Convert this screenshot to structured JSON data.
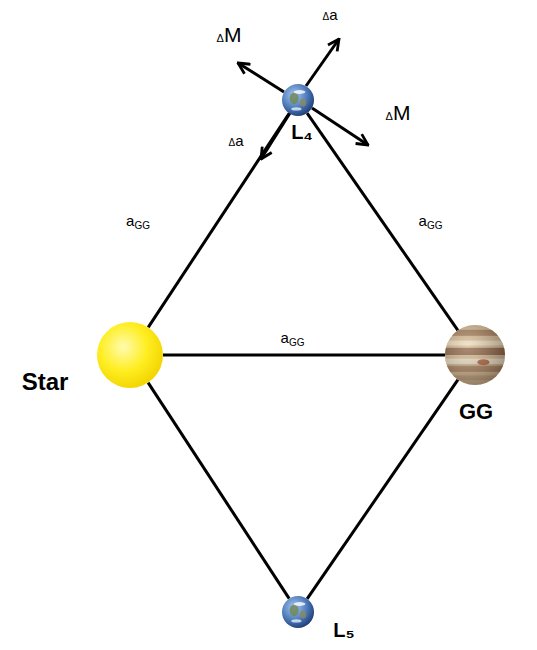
{
  "diagram": {
    "nodes": [
      {
        "text": [
          "L₄"
        ]
      },
      {
        "text": [
          "Star"
        ]
      },
      {
        "text": [
          "GG"
        ]
      },
      {
        "text": [
          "L₅"
        ]
      }
    ],
    "edges": [
      {
        "from": 1,
        "to": 0,
        "arrow": "none",
        "label": "aGG"
      },
      {
        "from": 0,
        "to": 2,
        "arrow": "none",
        "label": "aGG"
      },
      {
        "from": 1,
        "to": 2,
        "arrow": "none",
        "label": "aGG"
      },
      {
        "from": 1,
        "to": 3,
        "arrow": "none"
      },
      {
        "from": 3,
        "to": 2,
        "arrow": "none"
      }
    ],
    "labels": [
      "Δa",
      "ΔM",
      "ΔM",
      "Δa"
    ]
  }
}
